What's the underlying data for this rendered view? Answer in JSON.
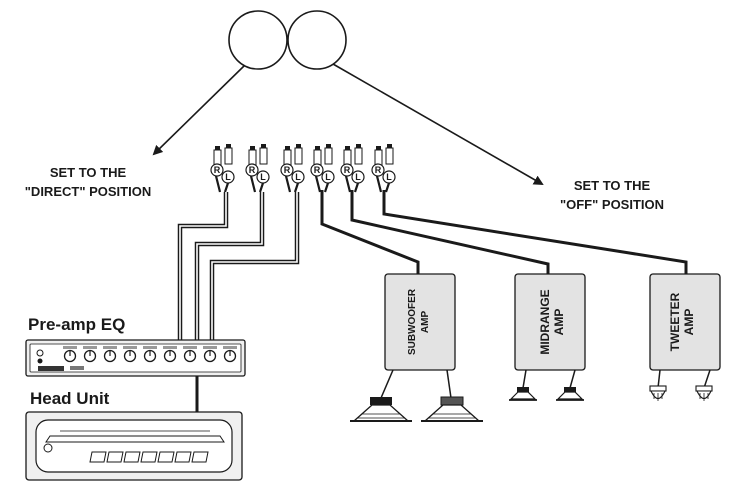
{
  "labels": {
    "direct_line1": "SET TO THE",
    "direct_line2": "\"DIRECT\" POSITION",
    "off_line1": "SET TO THE",
    "off_line2": "\"OFF\" POSITION",
    "preamp": "Pre-amp EQ",
    "headunit": "Head Unit"
  },
  "amps": [
    {
      "line1": "SUBWOOFER",
      "line2": "AMP"
    },
    {
      "line1": "MIDRANGE",
      "line2": "AMP"
    },
    {
      "line1": "TWEETER",
      "line2": "AMP"
    }
  ],
  "jack_letters": {
    "right": "R",
    "left": "L"
  },
  "jack_pair_count": 6,
  "eq_knob_count": 9,
  "colors": {
    "line": "#1a1a1a",
    "box_fill": "#e3e3e3",
    "panel_fill": "#f0f0f0"
  }
}
